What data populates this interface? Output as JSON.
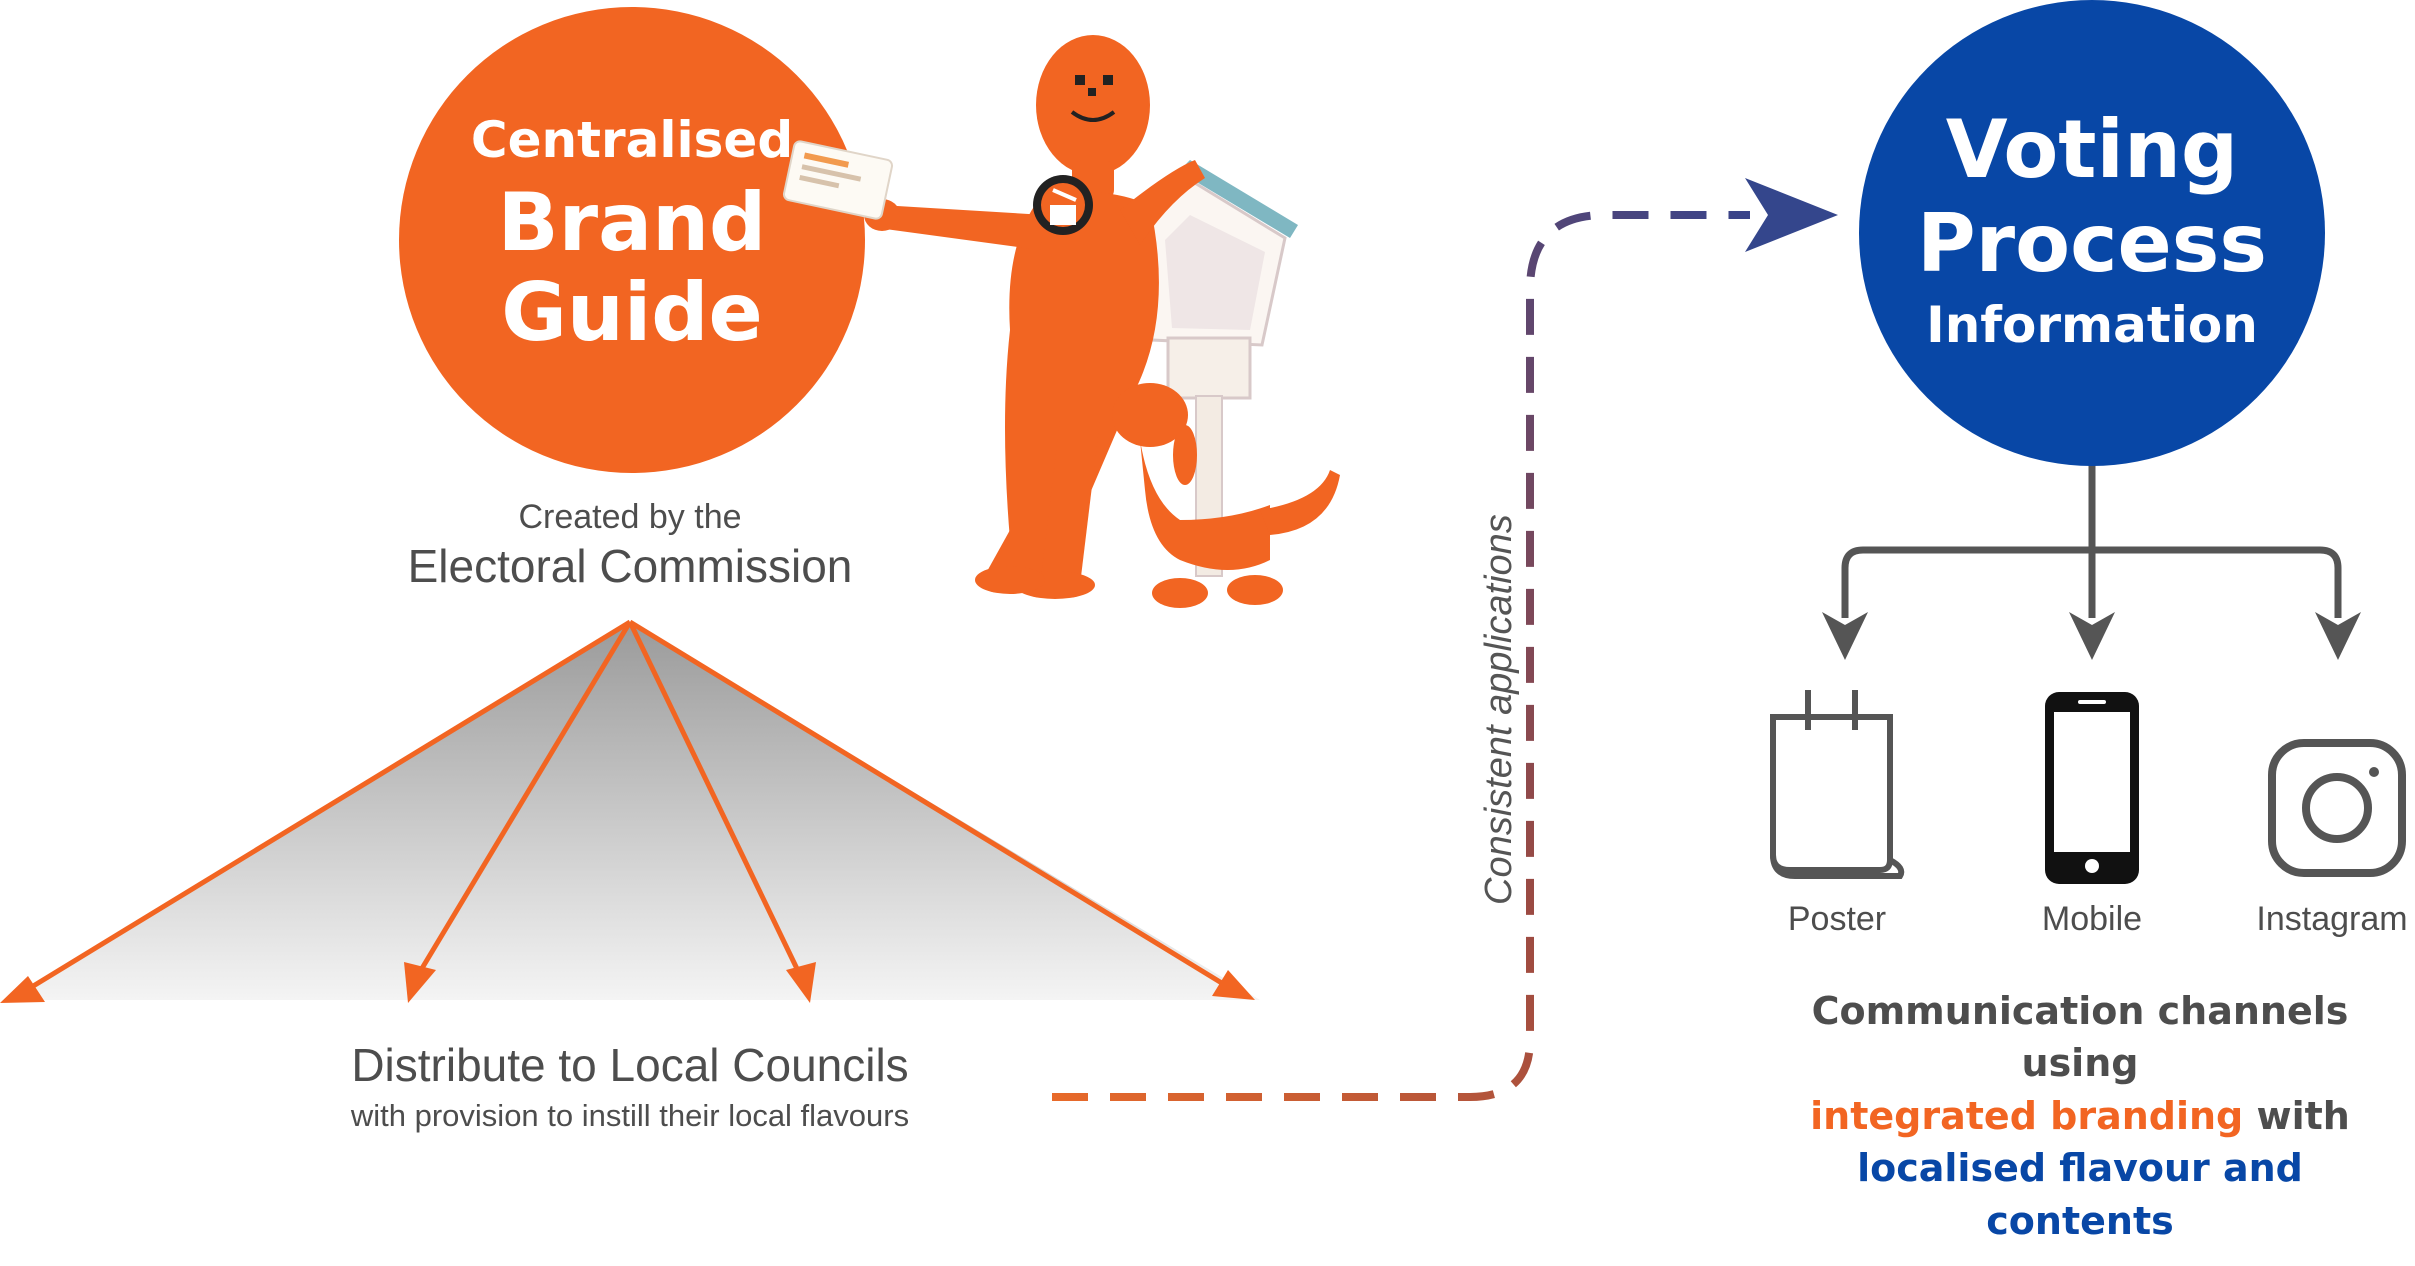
{
  "brand_guide": {
    "line1": "Centralised",
    "line2": "Brand",
    "line3": "Guide",
    "color": "#f26522"
  },
  "creator": {
    "line1": "Created by the",
    "line2": "Electoral Commission"
  },
  "distribution": {
    "line1": "Distribute to Local Councils",
    "line2": "with provision to instill their local flavours"
  },
  "connector_label": "Consistent applications",
  "voting": {
    "line1": "Voting",
    "line2": "Process",
    "line3": "Information",
    "color": "#0847a6"
  },
  "channels": [
    {
      "label": "Poster",
      "icon": "notepad-poster-icon"
    },
    {
      "label": "Mobile",
      "icon": "smartphone-icon"
    },
    {
      "label": "Instagram",
      "icon": "instagram-icon"
    }
  ],
  "summary": {
    "part1": "Communication channels using",
    "part2_orange": "integrated branding",
    "part2_rest": " with",
    "part3_blue": "localised flavour and contents"
  },
  "colors": {
    "orange": "#f26522",
    "blue": "#0847a6",
    "dark_grey": "#4d4d4d",
    "arrow_grey": "#555555",
    "dash_brown": "#8b4a4a",
    "dash_purple": "#4a4a7a"
  }
}
